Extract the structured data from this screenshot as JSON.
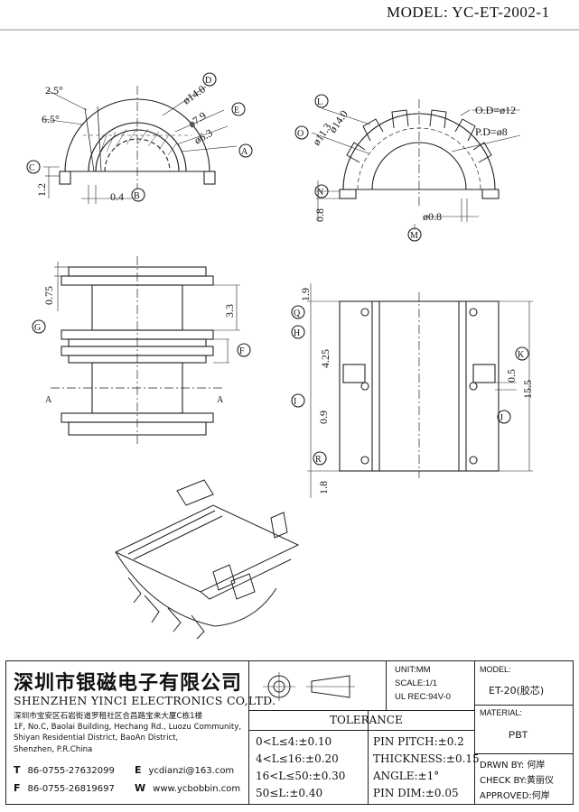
{
  "header": {
    "model_title": "MODEL: YC-ET-2002-1"
  },
  "views": {
    "top_left": {
      "labels": [
        "2.5°",
        "6.5°",
        "D",
        "ø14.0",
        "E",
        "ø7.9",
        "ø6.3",
        "A",
        "C",
        "1.2",
        "0.4",
        "B"
      ]
    },
    "top_right": {
      "labels": [
        "L",
        "ø14.0",
        "O",
        "ø11.3",
        "O.D=ø12",
        "P.D=ø8",
        "N",
        "0.8",
        "ø0.8",
        "M"
      ]
    },
    "mid_left": {
      "labels": [
        "0.75",
        "G",
        "3.3",
        "F",
        "A",
        "A"
      ]
    },
    "mid_right": {
      "labels": [
        "1.9",
        "Q",
        "H",
        "4.25",
        "K",
        "0.5",
        "15.5",
        "I",
        "0.9",
        "J",
        "R",
        "1.8"
      ]
    }
  },
  "title_block": {
    "company_cn": "深圳市银磁电子有限公司",
    "company_en": "SHENZHEN YINCI ELECTRONICS CO,LTD.",
    "address_lines": [
      "深圳市宝安区石岩街道罗租社区合昌路宝来大厦C栋1楼",
      "1F, No.C, Baolai Building, Hechang Rd., Luozu Community,",
      "Shiyan Residential District, BaoAn District,",
      "Shenzhen, P.R.China"
    ],
    "tel_key": "T",
    "tel": "86-0755-27632099",
    "fax_key": "F",
    "fax": "86-0755-26819697",
    "email_key": "E",
    "email": "ycdianzi@163.com",
    "web_key": "W",
    "web": "www.ycbobbin.com",
    "unit": "UNIT:MM",
    "scale": "SCALE:1/1",
    "ul_rec": "UL REC:94V-0",
    "tolerance_title": "TOLERANCE",
    "tolerance_rows": [
      "0<L≤4:±0.10",
      "4<L≤16:±0.20",
      "16<L≤50:±0.30",
      "50≤L:±0.40"
    ],
    "spec_rows": [
      "PIN PITCH:±0.2",
      "THICKNESS:±0.15",
      "ANGLE:±1°",
      "PIN DIM:±0.05"
    ],
    "model_label": "MODEL:",
    "model_value": "ET-20(胶芯)",
    "material_label": "MATERIAL:",
    "material_value": "PBT",
    "drawn_by": "DRWN BY: 何岸",
    "check_by": "CHECK BY:黄丽仪",
    "approved": "APPROVED:何岸"
  }
}
